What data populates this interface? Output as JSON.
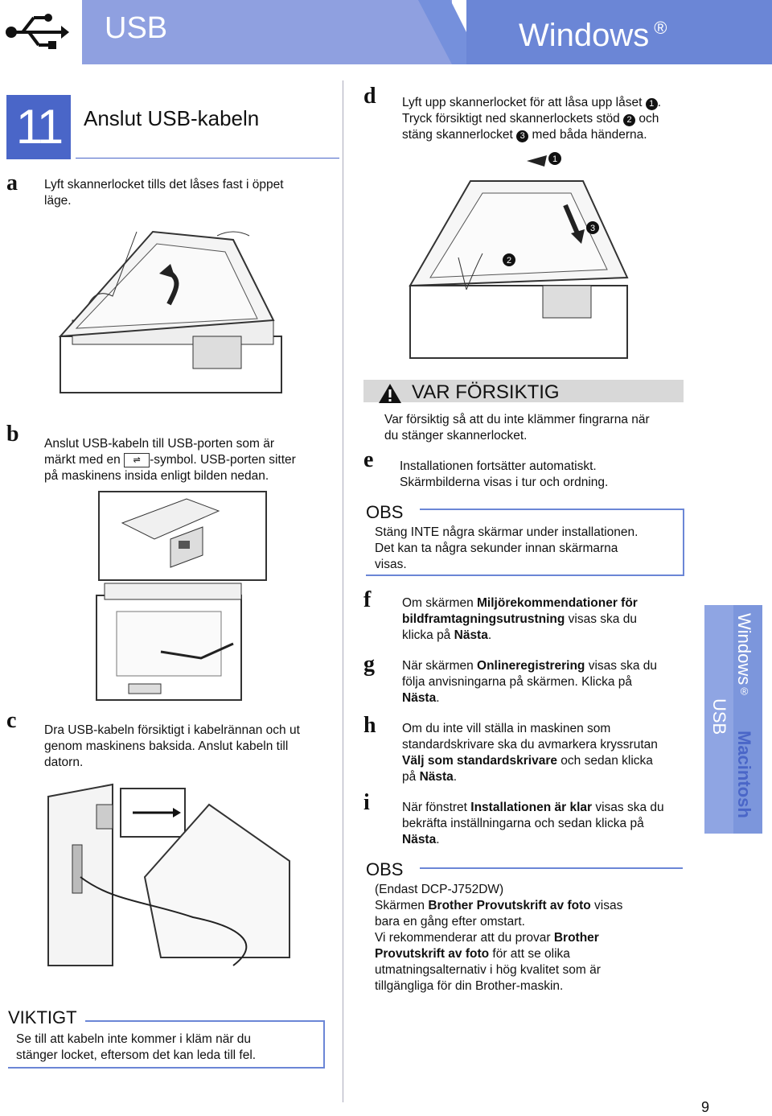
{
  "header": {
    "usb_title": "USB",
    "windows_title": "Windows",
    "windows_mark": "®"
  },
  "step": {
    "number": "11",
    "title": "Anslut USB-kabeln"
  },
  "items": {
    "a": {
      "letter": "a",
      "line1": "Lyft skannerlocket tills det låses fast i öppet",
      "line2": "läge."
    },
    "b": {
      "letter": "b",
      "line1": "Anslut USB-kabeln till USB-porten som är",
      "line2a": "märkt med en",
      "line2b": "-symbol. USB-porten sitter",
      "line3": "på maskinens insida enligt bilden nedan."
    },
    "c": {
      "letter": "c",
      "line1": "Dra USB-kabeln försiktigt i kabelrännan och ut",
      "line2": "genom maskinens baksida. Anslut kabeln till",
      "line3": "datorn."
    },
    "d": {
      "letter": "d",
      "line1": "Lyft upp skannerlocket för att låsa upp låset",
      "line2a": "Tryck försiktigt ned skannerlockets stöd",
      "line2b": "och",
      "line3a": "stäng skannerlocket",
      "line3b": "med båda händerna."
    },
    "e": {
      "letter": "e",
      "line1": "Installationen fortsätter automatiskt.",
      "line2": "Skärmbilderna visas i tur och ordning."
    },
    "f": {
      "letter": "f",
      "pre": "Om skärmen ",
      "bold1": "Miljörekommendationer för",
      "bold2": "bildframtagningsutrustning",
      "mid": " visas ska du",
      "pre3": "klicka på ",
      "bold3": "Nästa",
      "post3": "."
    },
    "g": {
      "letter": "g",
      "pre": "När skärmen ",
      "bold1": "Onlineregistrering",
      "post1": " visas ska du",
      "line2": "följa anvisningarna på skärmen. Klicka på",
      "bold3": "Nästa",
      "post3": "."
    },
    "h": {
      "letter": "h",
      "line1": "Om du inte vill ställa in maskinen som",
      "line2": "standardskrivare ska du avmarkera kryssrutan",
      "bold3": "Välj som standardskrivare",
      "post3": " och sedan klicka",
      "pre4": "på ",
      "bold4": "Nästa",
      "post4": "."
    },
    "i": {
      "letter": "i",
      "pre": "När fönstret ",
      "bold1": "Installationen är klar",
      "post1": " visas ska du",
      "line2": "bekräfta inställningarna och sedan klicka på",
      "bold3": "Nästa",
      "post3": "."
    }
  },
  "caution": {
    "title": "VAR FÖRSIKTIG",
    "line1": "Var försiktig så att du inte klämmer fingrarna när",
    "line2": "du stänger skannerlocket."
  },
  "obs1": {
    "label": "OBS",
    "line1": "Stäng INTE några skärmar under installationen.",
    "line2": "Det kan ta några sekunder innan skärmarna",
    "line3": "visas."
  },
  "obs2": {
    "label": "OBS",
    "line1": "(Endast DCP-J752DW)",
    "pre2": "Skärmen ",
    "bold2": "Brother Provutskrift av foto",
    "post2": " visas",
    "line3": "bara en gång efter omstart.",
    "pre4": "Vi rekommenderar att du provar ",
    "bold4": "Brother",
    "bold5": "Provutskrift av foto",
    "post5": " för att se olika",
    "line6": "utmatningsalternativ i hög kvalitet som är",
    "line7": "tillgängliga för din Brother-maskin."
  },
  "viktigt": {
    "label": "VIKTIGT",
    "line1": "Se till att kabeln inte kommer i kläm när du",
    "line2": "stänger locket, eftersom det kan leda till fel."
  },
  "callouts": {
    "one": "1",
    "two": "2",
    "three": "3"
  },
  "usb_label": "USB",
  "side_tab": {
    "windows": "Windows",
    "mark": "®",
    "usb": "USB",
    "macintosh": "Macintosh"
  },
  "page_number": "9",
  "colors": {
    "header_light": "#8fa0e0",
    "header_dark": "#6b86d6",
    "step_blue": "#4a66c8"
  }
}
